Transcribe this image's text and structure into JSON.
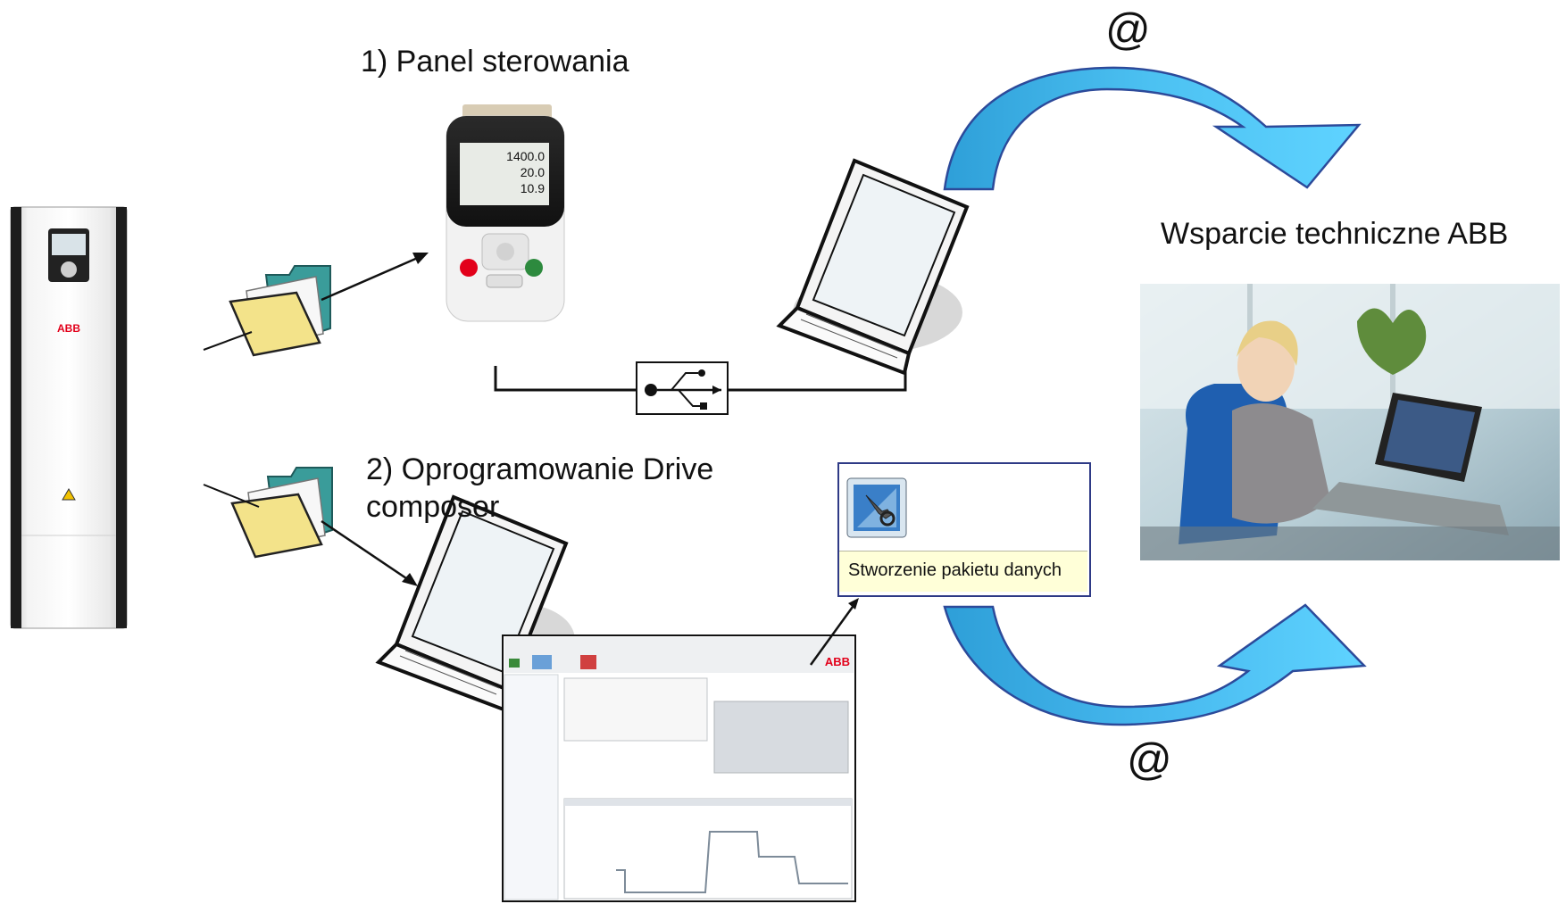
{
  "labels": {
    "panel": "1) Panel sterowania",
    "software": "2) Oprogramowanie Drive composer",
    "support": "Wsparcie techniczne ABB",
    "email_top": "@",
    "email_bottom": "@"
  },
  "tooltip": {
    "button_label": "Stworzenie pakietu danych",
    "icon": "drive-composer-support-tool-icon"
  },
  "drive": {
    "brand": "ABB"
  },
  "keypad": {
    "display_lines": [
      "1400.0",
      "20.0",
      "10.9"
    ],
    "icon": "control-panel-keypad"
  },
  "screenshot": {
    "brand": "ABB"
  },
  "icons": {
    "folder": "folder-icon",
    "laptop": "laptop-icon",
    "usb": "usb-icon",
    "email": "curved-arrow-icon"
  },
  "colors": {
    "arrow_fill_light": "#5fd3ff",
    "arrow_fill_dark": "#2e9fd8",
    "arrow_stroke": "#2c4a9a",
    "folder_front": "#f3e38a",
    "folder_back": "#3a9c9a",
    "tooltip_border": "#2e3a86",
    "tooltip_bg": "#ffffd8",
    "abb_red": "#e2001a"
  }
}
